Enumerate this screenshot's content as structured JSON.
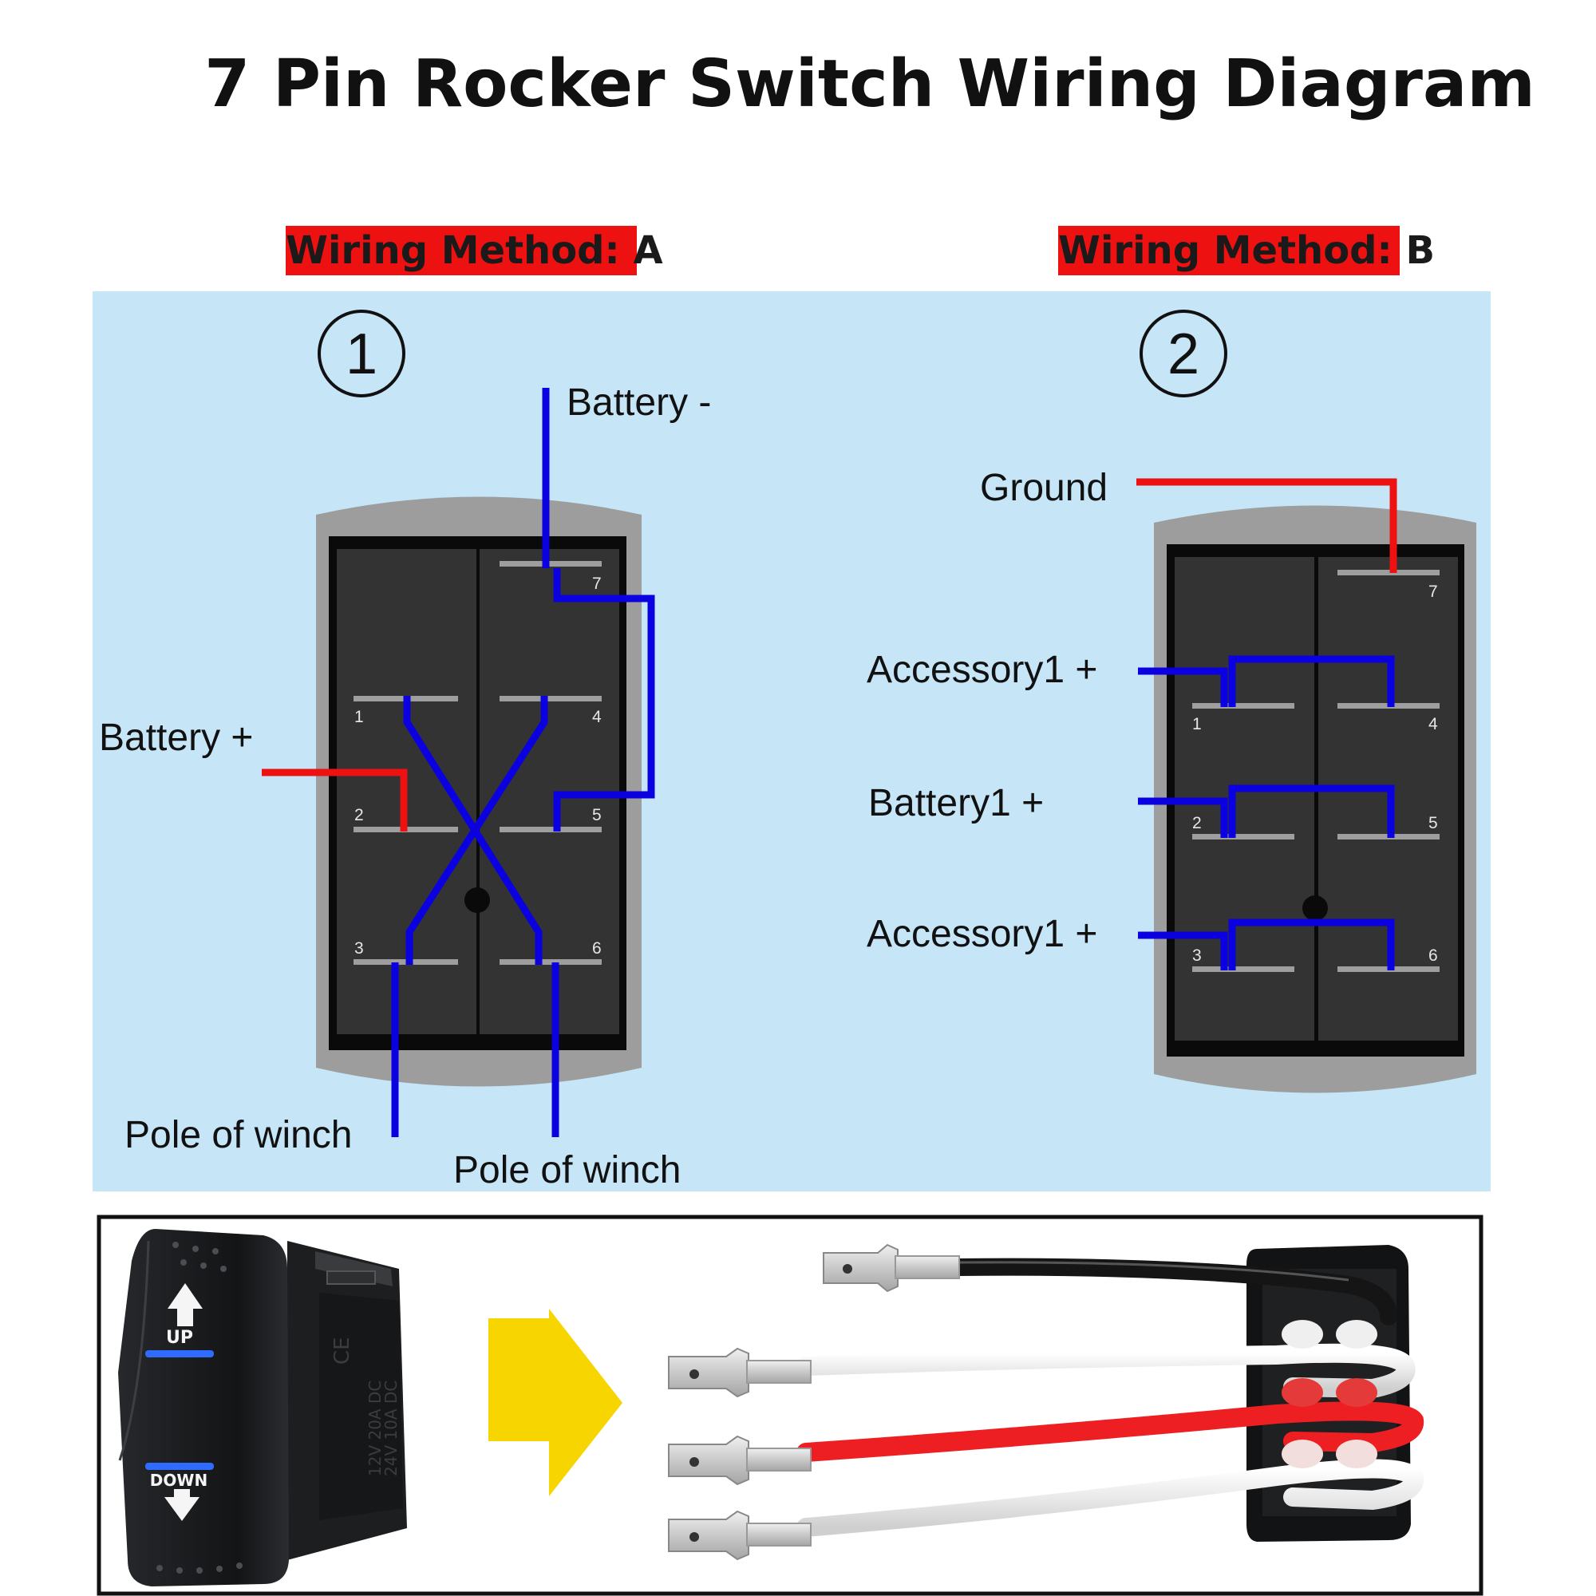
{
  "title": "7 Pin Rocker Switch Wiring Diagram",
  "method_a": {
    "label": "Wiring Method: A",
    "number": "1"
  },
  "method_b": {
    "label": "Wiring Method: B",
    "number": "2"
  },
  "diagram_a": {
    "pins": [
      "1",
      "2",
      "3",
      "4",
      "5",
      "6",
      "7"
    ],
    "labels": {
      "battery_minus": "Battery -",
      "battery_plus": "Battery +",
      "pole_left": "Pole of winch",
      "pole_right": "Pole of winch"
    }
  },
  "diagram_b": {
    "pins": [
      "1",
      "2",
      "3",
      "4",
      "5",
      "6",
      "7"
    ],
    "labels": {
      "ground": "Ground",
      "accessory_top": "Accessory1 +",
      "battery": "Battery1 +",
      "accessory_bottom": "Accessory1 +"
    }
  },
  "switch_photo": {
    "up_label": "UP",
    "down_label": "DOWN",
    "rating": [
      "12V 20A DC",
      "24V 10A DC"
    ],
    "ce_mark": "CE"
  },
  "colors": {
    "panel_bg": "#c6e6f8",
    "wire_blue": "#0b00e0",
    "wire_red": "#ee1111",
    "method_bg": "#ee1111",
    "arrow_yellow": "#f7d500"
  }
}
